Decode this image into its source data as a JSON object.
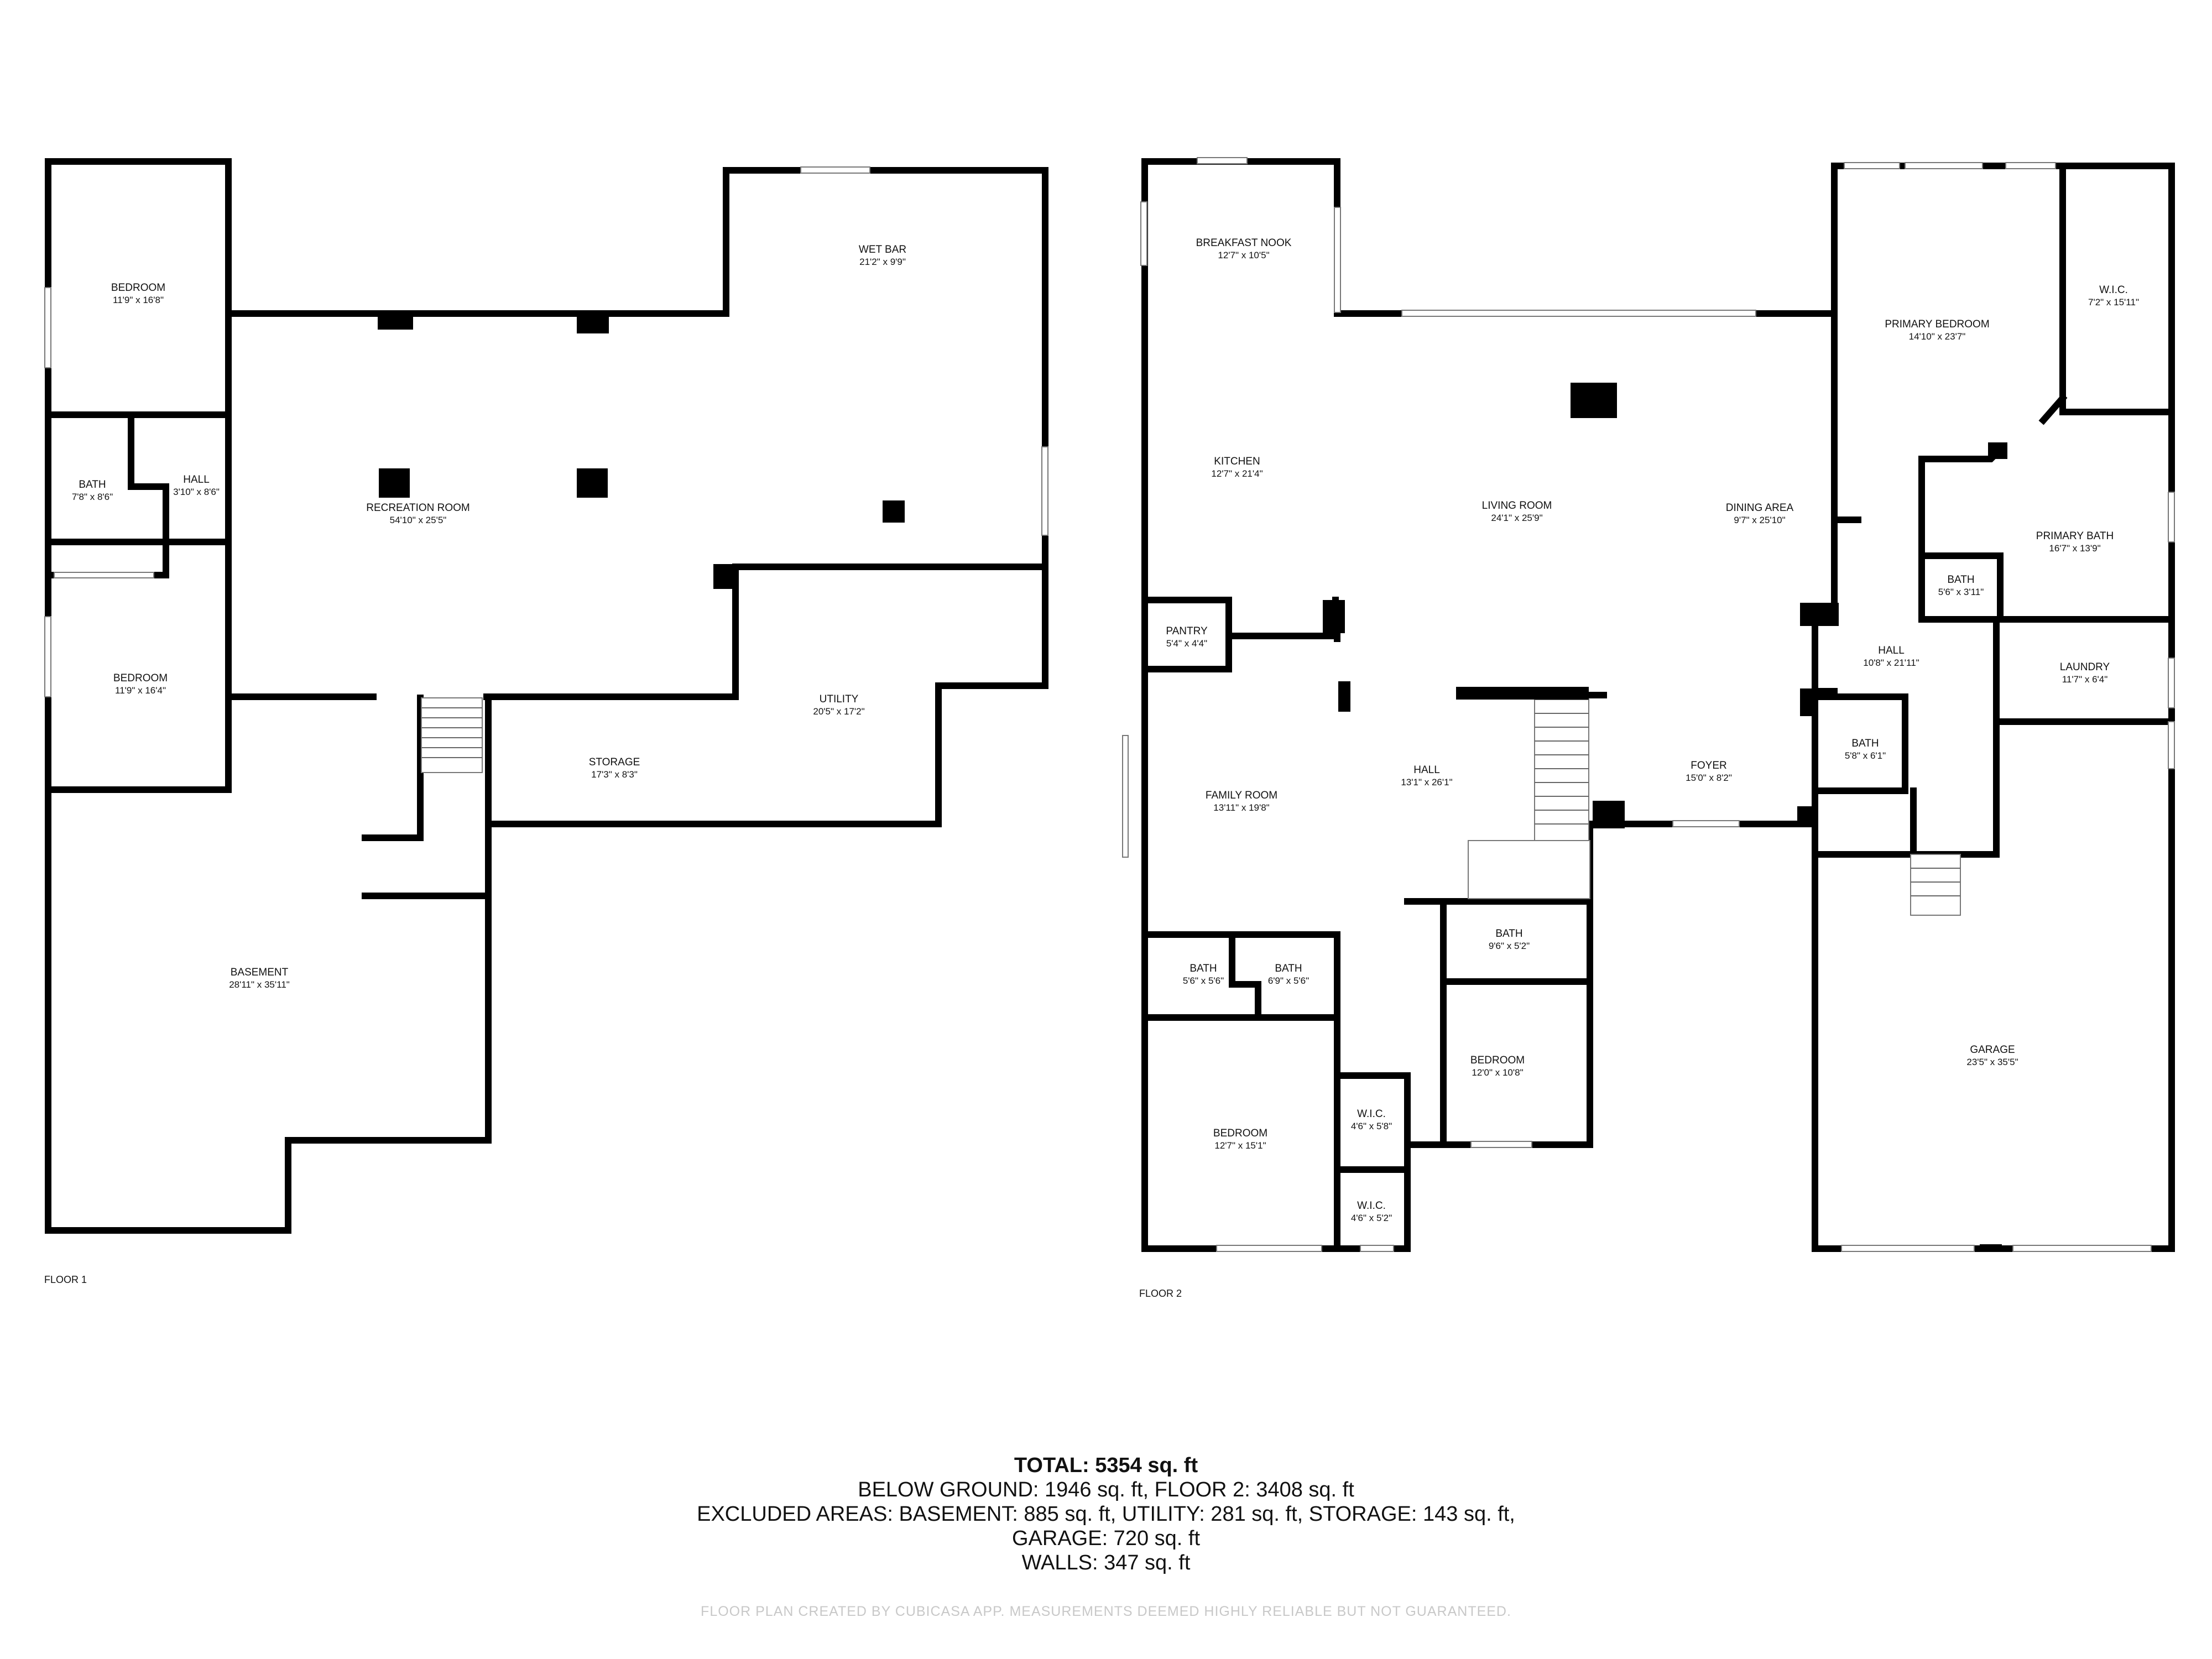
{
  "floors": [
    {
      "label": "FLOOR 1",
      "rooms": [
        {
          "name": "BEDROOM",
          "dims": "11'9\" x 16'8\""
        },
        {
          "name": "BATH",
          "dims": "7'8\" x 8'6\""
        },
        {
          "name": "HALL",
          "dims": "3'10\" x 8'6\""
        },
        {
          "name": "BEDROOM",
          "dims": "11'9\" x 16'4\""
        },
        {
          "name": "WET BAR",
          "dims": "21'2\" x 9'9\""
        },
        {
          "name": "RECREATION ROOM",
          "dims": "54'10\" x 25'5\""
        },
        {
          "name": "UTILITY",
          "dims": "20'5\" x 17'2\""
        },
        {
          "name": "STORAGE",
          "dims": "17'3\" x 8'3\""
        },
        {
          "name": "BASEMENT",
          "dims": "28'11\" x 35'11\""
        }
      ]
    },
    {
      "label": "FLOOR 2",
      "rooms": [
        {
          "name": "BREAKFAST NOOK",
          "dims": "12'7\" x 10'5\""
        },
        {
          "name": "KITCHEN",
          "dims": "12'7\" x 21'4\""
        },
        {
          "name": "LIVING ROOM",
          "dims": "24'1\" x 25'9\""
        },
        {
          "name": "DINING AREA",
          "dims": "9'7\" x 25'10\""
        },
        {
          "name": "PRIMARY BEDROOM",
          "dims": "14'10\" x 23'7\""
        },
        {
          "name": "W.I.C.",
          "dims": "7'2\" x 15'11\""
        },
        {
          "name": "PRIMARY BATH",
          "dims": "16'7\" x 13'9\""
        },
        {
          "name": "BATH",
          "dims": "5'6\" x 3'11\""
        },
        {
          "name": "PANTRY",
          "dims": "5'4\" x 4'4\""
        },
        {
          "name": "HALL",
          "dims": "10'8\" x 21'11\""
        },
        {
          "name": "LAUNDRY",
          "dims": "11'7\" x 6'4\""
        },
        {
          "name": "FAMILY ROOM",
          "dims": "13'11\" x 19'8\""
        },
        {
          "name": "HALL",
          "dims": "13'1\" x 26'1\""
        },
        {
          "name": "FOYER",
          "dims": "15'0\" x 8'2\""
        },
        {
          "name": "BATH",
          "dims": "5'8\" x 6'1\""
        },
        {
          "name": "BATH",
          "dims": "9'6\" x 5'2\""
        },
        {
          "name": "BATH",
          "dims": "5'6\" x 5'6\""
        },
        {
          "name": "BATH",
          "dims": "6'9\" x 5'6\""
        },
        {
          "name": "BEDROOM",
          "dims": "12'0\" x 10'8\""
        },
        {
          "name": "W.I.C.",
          "dims": "4'6\" x 5'8\""
        },
        {
          "name": "W.I.C.",
          "dims": "4'6\" x 5'2\""
        },
        {
          "name": "BEDROOM",
          "dims": "12'7\" x 15'1\""
        },
        {
          "name": "GARAGE",
          "dims": "23'5\" x 35'5\""
        }
      ]
    }
  ],
  "summary": {
    "total": "TOTAL: 5354 sq. ft",
    "line1": "BELOW GROUND: 1946 sq. ft, FLOOR 2: 3408 sq. ft",
    "line2": "EXCLUDED AREAS: BASEMENT: 885 sq. ft, UTILITY: 281 sq. ft, STORAGE: 143 sq. ft,",
    "line3": "GARAGE: 720 sq. ft",
    "line4": "WALLS: 347 sq. ft"
  },
  "footer": "FLOOR PLAN CREATED BY CUBICASA APP. MEASUREMENTS DEEMED HIGHLY RELIABLE BUT NOT GUARANTEED."
}
